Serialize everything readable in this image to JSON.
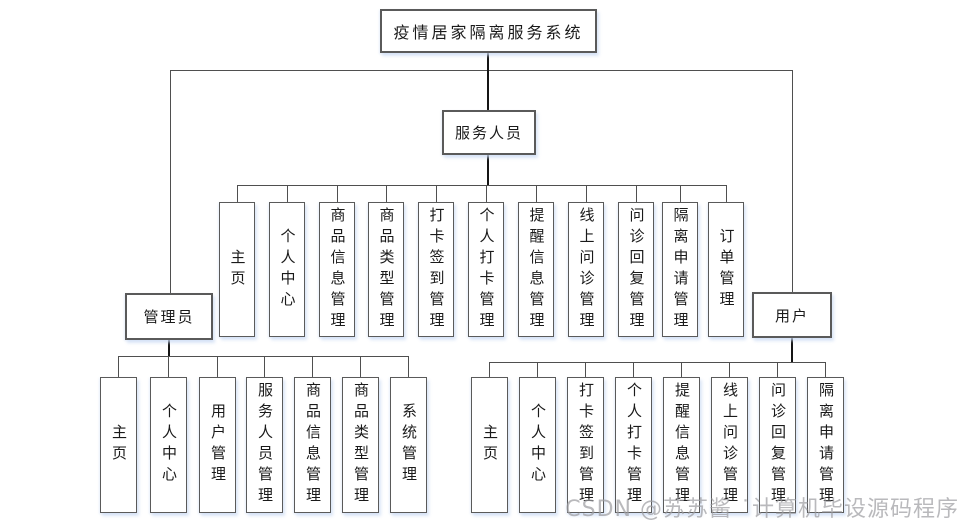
{
  "diagram": {
    "root": {
      "label": "疫情居家隔离服务系统"
    },
    "branches": [
      {
        "label": "管理员",
        "children": [
          "主页",
          "个人中心",
          "用户管理",
          "服务人员管理",
          "商品信息管理",
          "商品类型管理",
          "系统管理"
        ]
      },
      {
        "label": "服务人员",
        "children": [
          "主页",
          "个人中心",
          "商品信息管理",
          "商品类型管理",
          "打卡签到管理",
          "个人打卡管理",
          "提醒信息管理",
          "线上问诊管理",
          "问诊回复管理",
          "隔离申请管理",
          "订单管理"
        ]
      },
      {
        "label": "用户",
        "children": [
          "主页",
          "个人中心",
          "打卡签到管理",
          "个人打卡管理",
          "提醒信息管理",
          "线上问诊管理",
          "问诊回复管理",
          "隔离申请管理"
        ]
      }
    ]
  },
  "watermark": {
    "text": "CSDN @苏苏酱 ˙计算机毕设源码程序"
  },
  "colors": {
    "background": "#ffffff",
    "box_border": "#5a5a5a",
    "connector_line": "#4f4f4f",
    "trunk_line": "#151515",
    "watermark_text": "#9e9ea2"
  }
}
